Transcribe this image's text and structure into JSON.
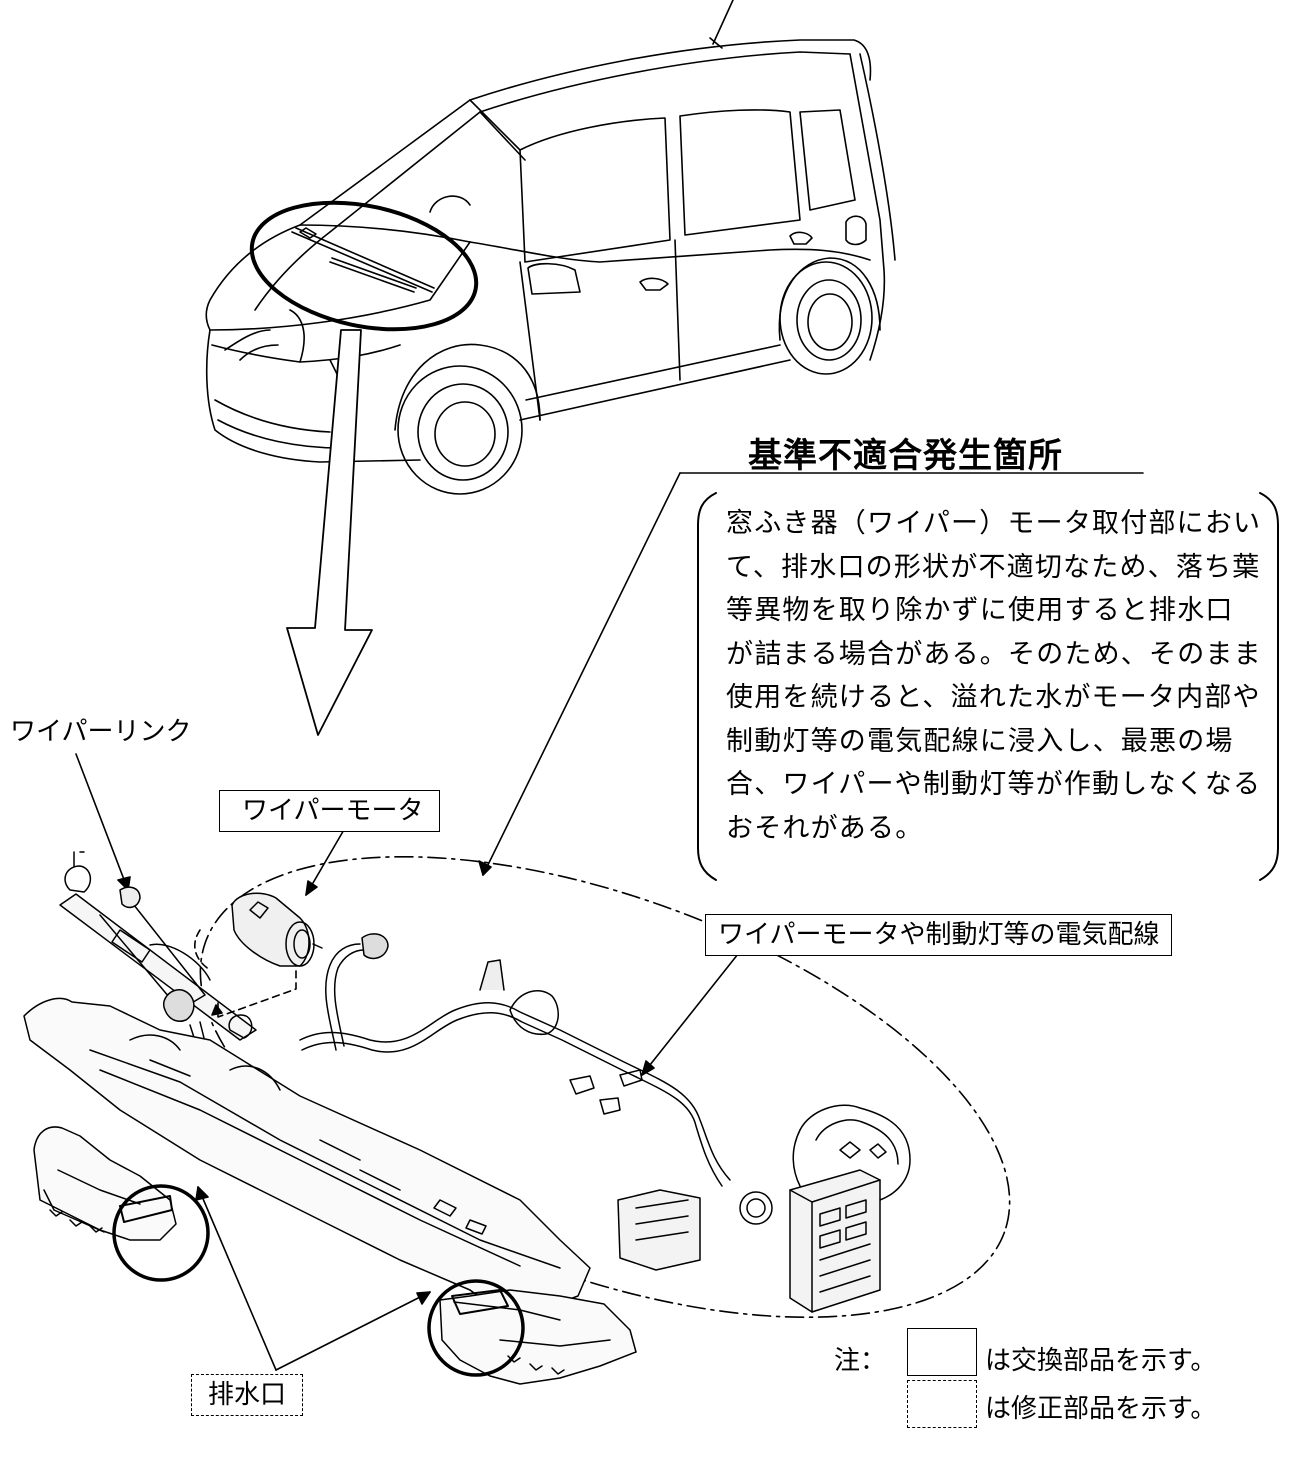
{
  "defect": {
    "title": "基準不適合発生箇所",
    "lines": [
      "窓ふき器（ワイパー）モータ取付部におい",
      "て、排水口の形状が不適切なため、落ち葉",
      "等異物を取り除かずに使用すると排水口",
      "が詰まる場合がある。そのため、そのまま",
      "使用を続けると、溢れた水がモータ内部や",
      "制動灯等の電気配線に浸入し、最悪の場",
      "合、ワイパーや制動灯等が作動しなくなる",
      "おそれがある。"
    ]
  },
  "labels": {
    "wiper_link": "ワイパーリンク",
    "wiper_motor": "ワイパーモータ",
    "wiring": "ワイパーモータや制動灯等の電気配線",
    "drain": "排水口"
  },
  "legend": {
    "prefix": "注：",
    "replaced": "は交換部品を示す。",
    "modified": "は修正部品を示す。"
  }
}
